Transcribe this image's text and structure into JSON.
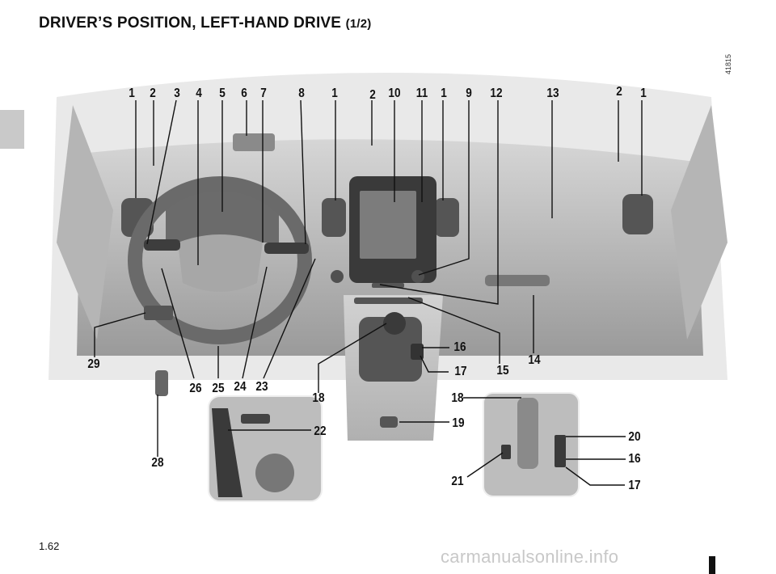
{
  "page": {
    "title": "DRIVER’S POSITION, LEFT-HAND DRIVE",
    "title_part": "(1/2)",
    "doc_id": "41815",
    "page_number": "1.62",
    "watermark": "carmanualsonline.info"
  },
  "callouts": [
    "1",
    "2",
    "3",
    "4",
    "5",
    "6",
    "7",
    "8",
    "1",
    "2",
    "10",
    "11",
    "1",
    "9",
    "12",
    "13",
    "2",
    "1",
    "29",
    "26",
    "25",
    "24",
    "23",
    "18",
    "16",
    "17",
    "15",
    "14",
    "18",
    "22",
    "19",
    "20",
    "16",
    "17",
    "21",
    "28"
  ]
}
